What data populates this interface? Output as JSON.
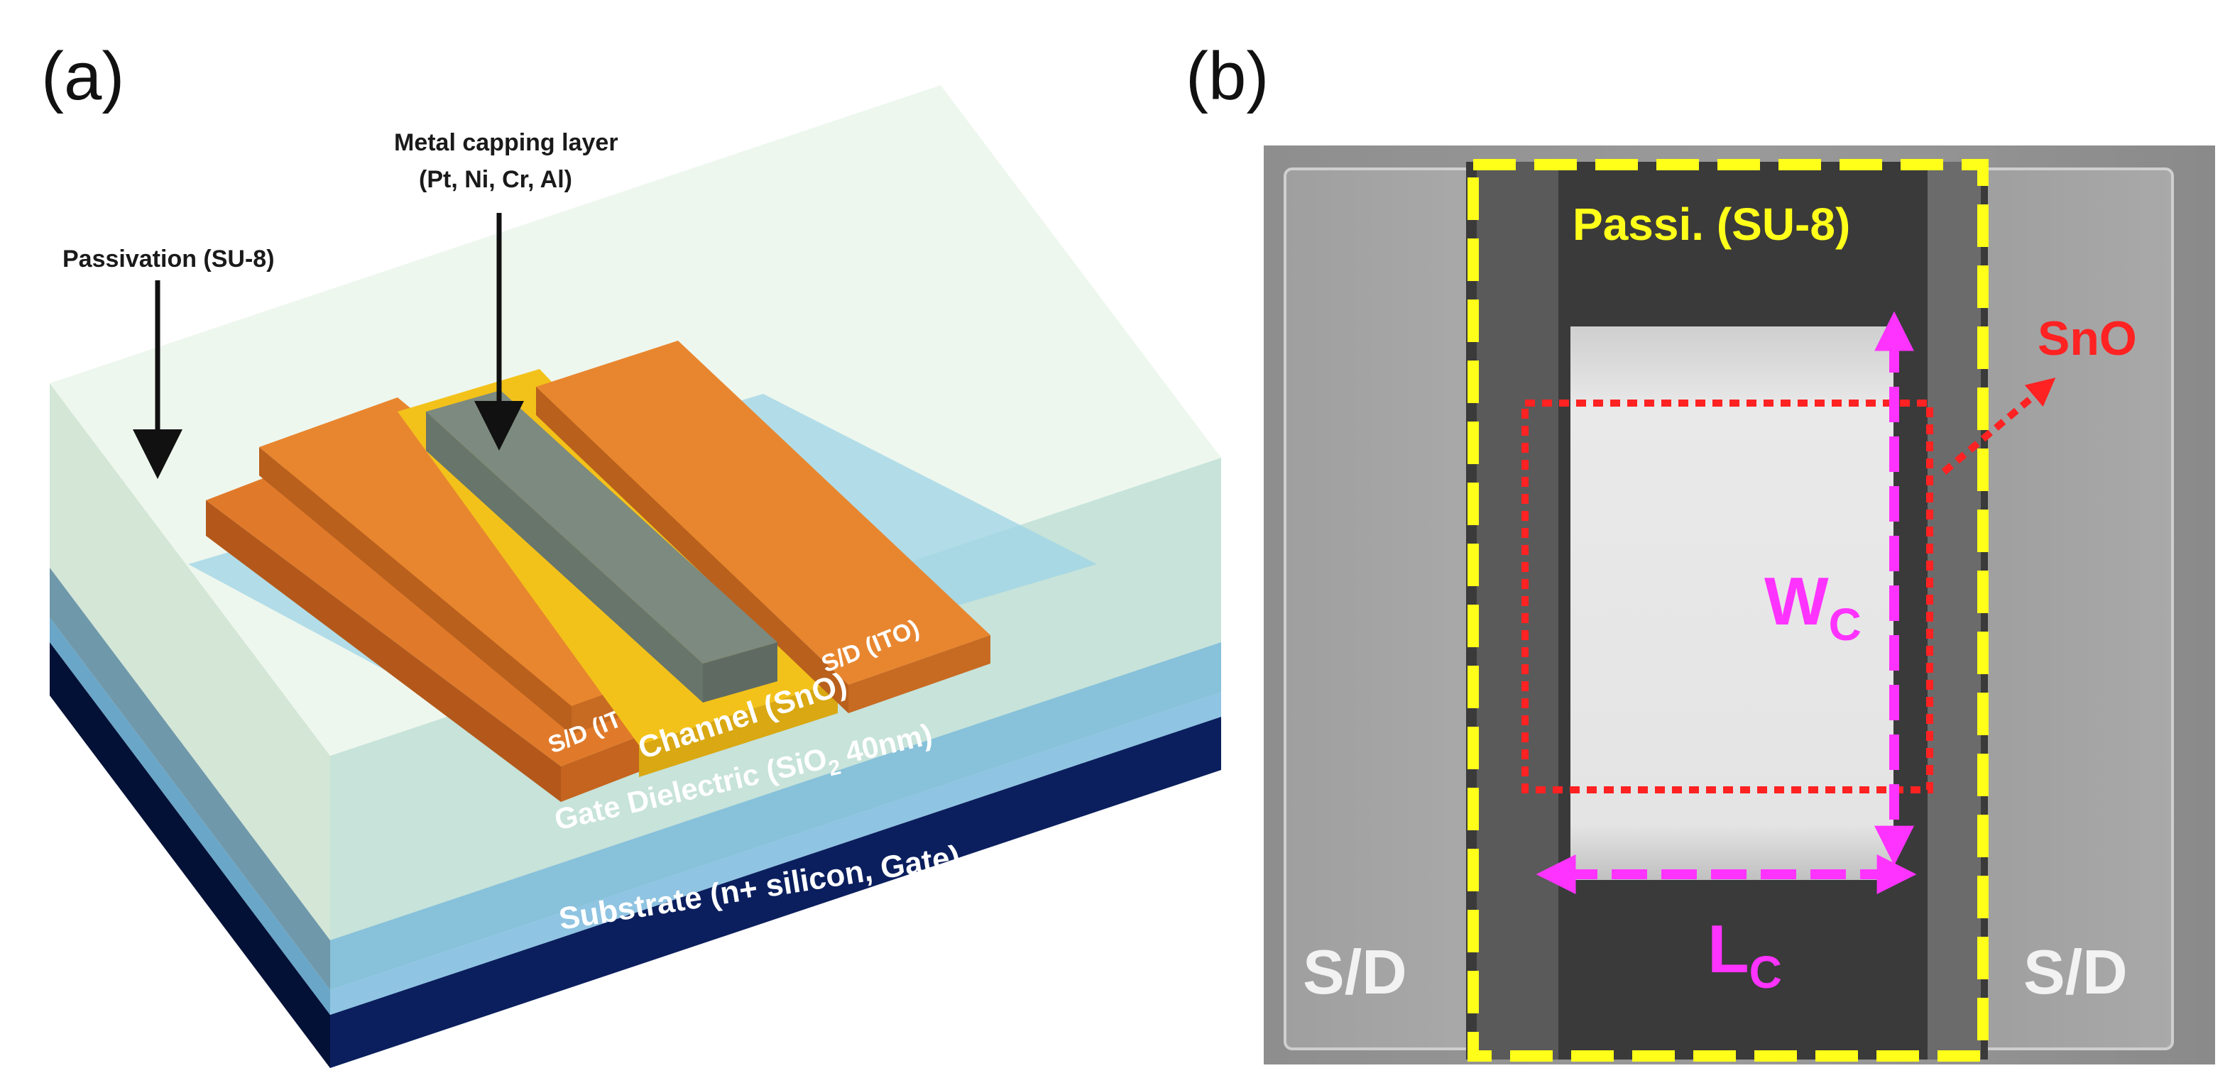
{
  "panel_a": {
    "label": "(a)",
    "metal_capping_line1": "Metal capping layer",
    "metal_capping_line2": "(Pt, Ni, Cr, Al)",
    "passivation": "Passivation (SU-8)",
    "sd_left": "S/D (ITO)",
    "sd_right": "S/D (ITO)",
    "channel": "Channel (SnO)",
    "gate_dielectric_prefix": "Gate Dielectric (SiO",
    "gate_dielectric_sub": "2",
    "gate_dielectric_suffix": " 40nm)",
    "substrate": "Substrate (n+ silicon, Gate)",
    "colors": {
      "passivation": "#e3f1e5",
      "dielectric": "#8fc4e2",
      "substrate": "#0b1f5e",
      "electrode": "#e07a2a",
      "channel": "#f3c21a",
      "capping": "#7d8a7f"
    }
  },
  "panel_b": {
    "label": "(b)",
    "passivation": "Passi. (SU-8)",
    "sno": "SnO",
    "sd_left": "S/D",
    "sd_right": "S/D",
    "width_main": "W",
    "width_sub": "C",
    "length_main": "L",
    "length_sub": "C",
    "colors": {
      "passivation_outline": "#ffff1a",
      "sno_outline": "#ff2222",
      "dimension_arrows": "#ff33ff"
    }
  }
}
